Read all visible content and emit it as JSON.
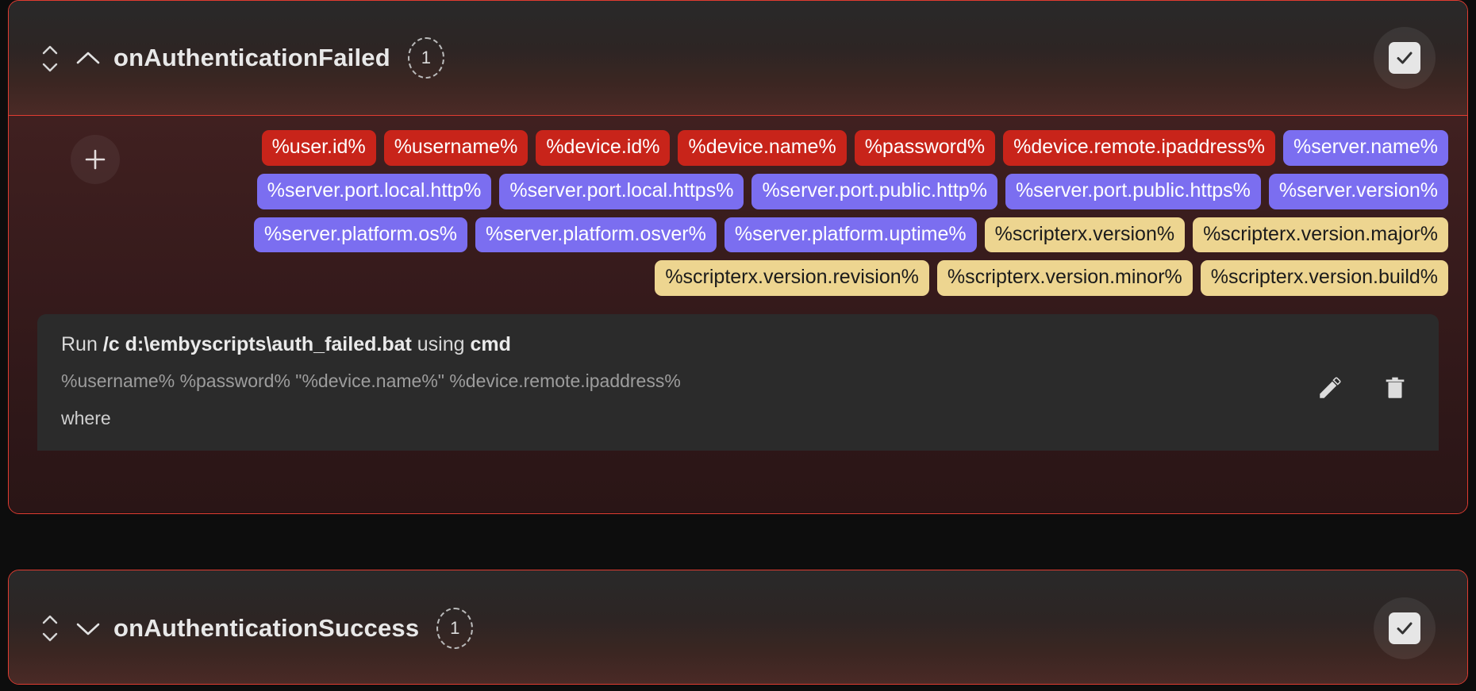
{
  "page": {
    "background_color": "#0d0d0d",
    "accent_border_color": "#e03c31"
  },
  "cards": [
    {
      "title": "onAuthenticationFailed",
      "count": "1",
      "expanded": true,
      "chevron_icon": "chevron-up-icon",
      "checkbox_checked": true,
      "add_button_icon": "plus-icon",
      "drag_handle_icon": "sort-updown-icon"
    },
    {
      "title": "onAuthenticationSuccess",
      "count": "1",
      "expanded": false,
      "chevron_icon": "chevron-down-icon",
      "checkbox_checked": true,
      "drag_handle_icon": "sort-updown-icon"
    }
  ],
  "tokens": [
    {
      "label": "%user.id%",
      "color": "red"
    },
    {
      "label": "%username%",
      "color": "red"
    },
    {
      "label": "%device.id%",
      "color": "red"
    },
    {
      "label": "%device.name%",
      "color": "red"
    },
    {
      "label": "%password%",
      "color": "red"
    },
    {
      "label": "%device.remote.ipaddress%",
      "color": "red"
    },
    {
      "label": "%server.name%",
      "color": "purple"
    },
    {
      "label": "%server.port.local.http%",
      "color": "purple"
    },
    {
      "label": "%server.port.local.https%",
      "color": "purple"
    },
    {
      "label": "%server.port.public.http%",
      "color": "purple"
    },
    {
      "label": "%server.port.public.https%",
      "color": "purple"
    },
    {
      "label": "%server.version%",
      "color": "purple"
    },
    {
      "label": "%server.platform.os%",
      "color": "purple"
    },
    {
      "label": "%server.platform.osver%",
      "color": "purple"
    },
    {
      "label": "%server.platform.uptime%",
      "color": "purple"
    },
    {
      "label": "%scripterx.version%",
      "color": "yellow"
    },
    {
      "label": "%scripterx.version.major%",
      "color": "yellow"
    },
    {
      "label": "%scripterx.version.revision%",
      "color": "yellow"
    },
    {
      "label": "%scripterx.version.minor%",
      "color": "yellow"
    },
    {
      "label": "%scripterx.version.build%",
      "color": "yellow"
    }
  ],
  "command": {
    "run_label": "Run",
    "command_path": "/c d:\\embyscripts\\auth_failed.bat",
    "using_label": "using",
    "interpreter": "cmd",
    "arguments": "%username% %password% \"%device.name%\" %device.remote.ipaddress%",
    "where_label": "where",
    "edit_icon": "pencil-icon",
    "delete_icon": "trash-icon"
  },
  "token_colors": {
    "red": "#c8241a",
    "purple": "#7b6ef0",
    "yellow": "#edd590"
  }
}
